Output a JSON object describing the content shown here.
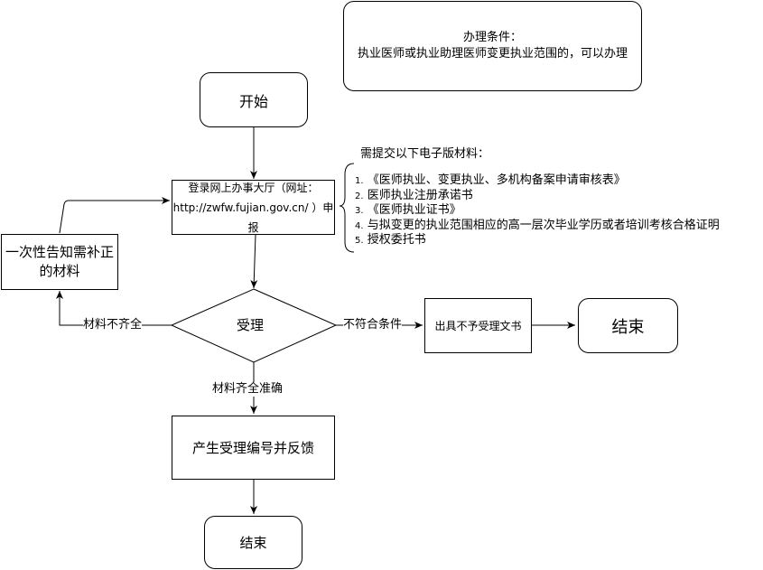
{
  "condition_box": {
    "title": "办理条件：",
    "text": "执业医师或执业助理医师变更执业范围的，可以办理"
  },
  "start_node": {
    "label": "开始"
  },
  "login_node": {
    "line1": "登录网上办事大厅（网址：",
    "line2": "http://zwfw.fujian.gov.cn/ ）申报"
  },
  "materials_note": {
    "title": "需提交以下电子版材料：",
    "items": [
      {
        "num": "1.",
        "text": "《医师执业、变更执业、多机构备案申请审核表》"
      },
      {
        "num": "2.",
        "text": "医师执业注册承诺书"
      },
      {
        "num": "3.",
        "text": "《医师执业证书》"
      },
      {
        "num": "4.",
        "text": "与拟变更的执业范围相应的高一层次毕业学历或者培训考核合格证明"
      },
      {
        "num": "5.",
        "text": "授权委托书"
      }
    ]
  },
  "notify_node": {
    "line1": "一次性告知需补正",
    "line2": "的材料"
  },
  "accept_node": {
    "label": "受理"
  },
  "edge_labels": {
    "incomplete": "材料不齐全",
    "not_eligible": "不符合条件",
    "complete": "材料齐全准确"
  },
  "reject_node": {
    "label": "出具不予受理文书"
  },
  "end_right": {
    "label": "结束"
  },
  "feedback_node": {
    "label": "产生受理编号并反馈"
  },
  "end_bottom": {
    "label": "结束"
  }
}
